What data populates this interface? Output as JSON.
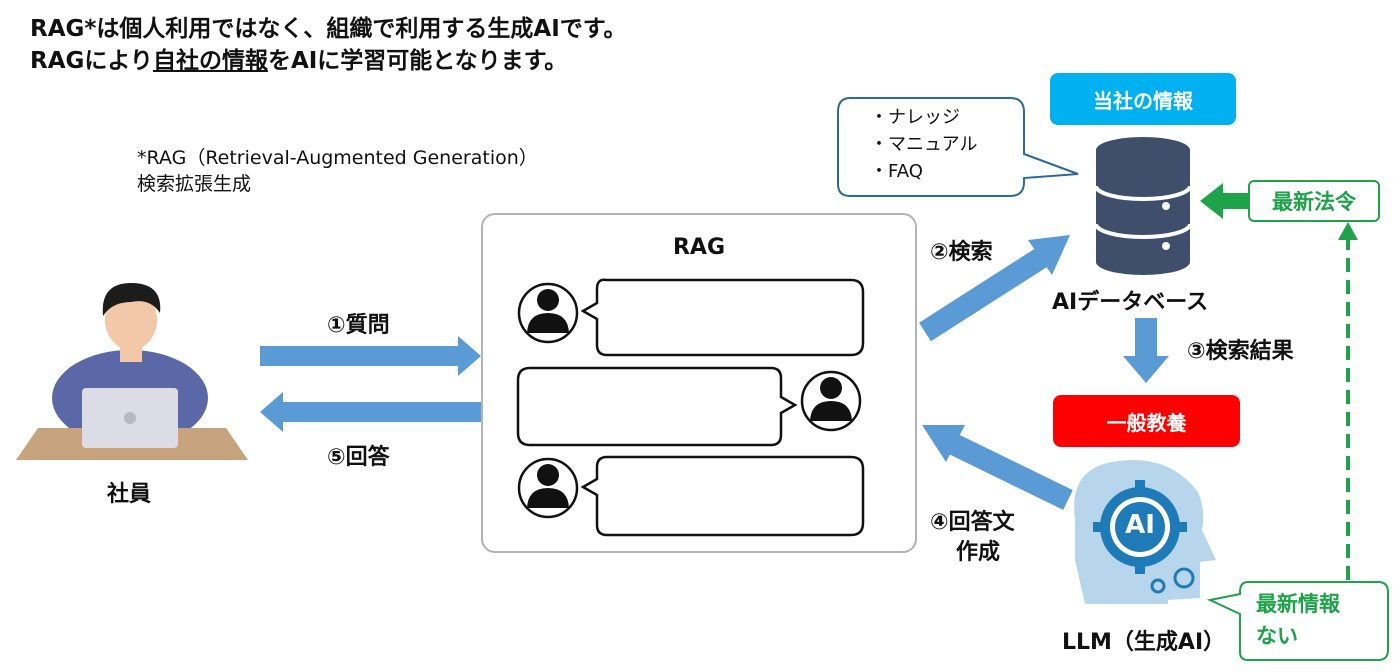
{
  "header": {
    "line1": "RAG*は個人利用ではなく、組織で利用する生成AIです。",
    "line2_pre": "RAGにより",
    "line2_underline": "自社の情報",
    "line2_post": "をAIに学習可能となります。"
  },
  "note": {
    "line1": "*RAG（Retrieval-Augmented Generation）",
    "line2": "検索拡張生成"
  },
  "employee": {
    "label": "社員"
  },
  "steps": {
    "question": "①質問",
    "answer": "⑤回答",
    "search": "②検索",
    "search_result": "③検索結果",
    "compose_line1": "④回答文",
    "compose_line2": "作成"
  },
  "rag_panel": {
    "title": "RAG"
  },
  "company_info": {
    "label": "当社の情報",
    "items": [
      "・ナレッジ",
      "・マニュアル",
      "・FAQ"
    ]
  },
  "database": {
    "label": "AIデータベース"
  },
  "general": {
    "label": "一般教養"
  },
  "llm": {
    "label": "LLM（生成AI）",
    "ai_text": "AI"
  },
  "latest_law": {
    "label": "最新法令"
  },
  "no_latest": {
    "line1": "最新情報",
    "line2": "ない"
  },
  "colors": {
    "arrow_blue": "#5b9bd5",
    "chip_blue": "#00b0f0",
    "chip_red": "#ff0000",
    "green": "#1fa34a",
    "db_navy": "#3f4f6b"
  }
}
